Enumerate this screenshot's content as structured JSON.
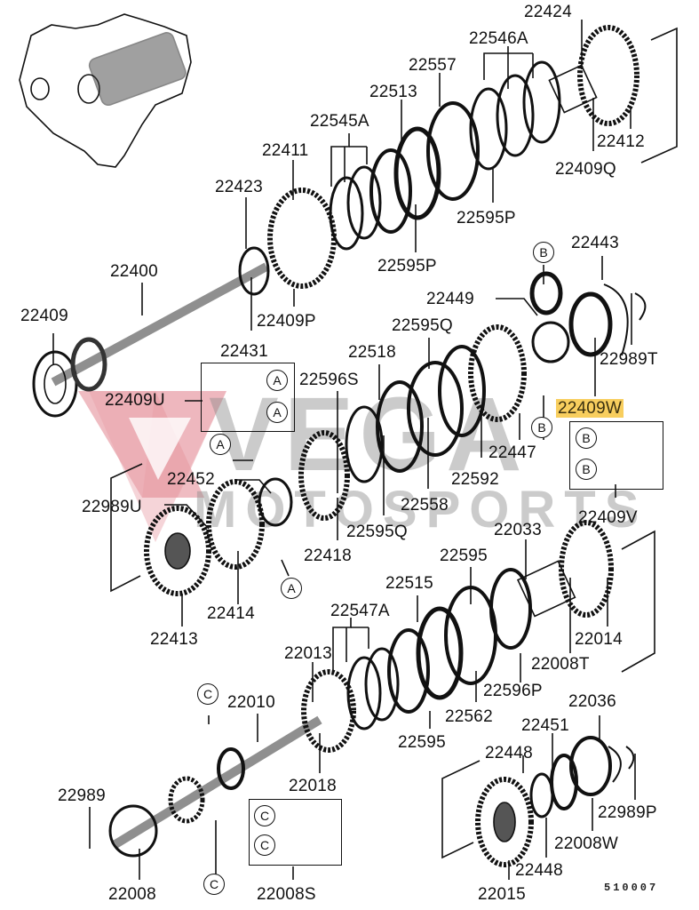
{
  "diagram": {
    "title": "Transmission gear set exploded parts diagram",
    "drawing_code": "510007",
    "highlight_color": "#F5BE28",
    "watermark": {
      "line1": "VEGA",
      "line2": "MOTOSPORTS",
      "logo_color": "#E8A0A8",
      "text_color": "#9A9A9A"
    },
    "callouts": {
      "a": "A",
      "b": "B",
      "c": "C"
    },
    "labels": {
      "p22424": "22424",
      "p22546A": "22546A",
      "p22557": "22557",
      "p22513": "22513",
      "p22545A": "22545A",
      "p22411": "22411",
      "p22423": "22423",
      "p22412": "22412",
      "p22409Q": "22409Q",
      "p22595P_top": "22595P",
      "p22595P_mid": "22595P",
      "p22400": "22400",
      "p22409": "22409",
      "p22409P": "22409P",
      "p22431": "22431",
      "p22409U": "22409U",
      "p22443": "22443",
      "p22449": "22449",
      "p22595Q_top": "22595Q",
      "p22518": "22518",
      "p22596S": "22596S",
      "p22989T": "22989T",
      "p22409W": "22409W",
      "p22447": "22447",
      "p22592": "22592",
      "p22452": "22452",
      "p22558": "22558",
      "p22989U": "22989U",
      "p22595Q_bot": "22595Q",
      "p22409V": "22409V",
      "p22418": "22418",
      "p22033": "22033",
      "p22595_top": "22595",
      "p22414": "22414",
      "p22515": "22515",
      "p22413": "22413",
      "p22547A": "22547A",
      "p22014": "22014",
      "p22013": "22013",
      "p22008T": "22008T",
      "p22010": "22010",
      "p22596P": "22596P",
      "p22036": "22036",
      "p22562": "22562",
      "p22451": "22451",
      "p22595_bot": "22595",
      "p22448_top": "22448",
      "p22018": "22018",
      "p22989": "22989",
      "p22989P": "22989P",
      "p22008W": "22008W",
      "p22448_bot": "22448",
      "p22008": "22008",
      "p22008S": "22008S",
      "p22015": "22015"
    }
  }
}
